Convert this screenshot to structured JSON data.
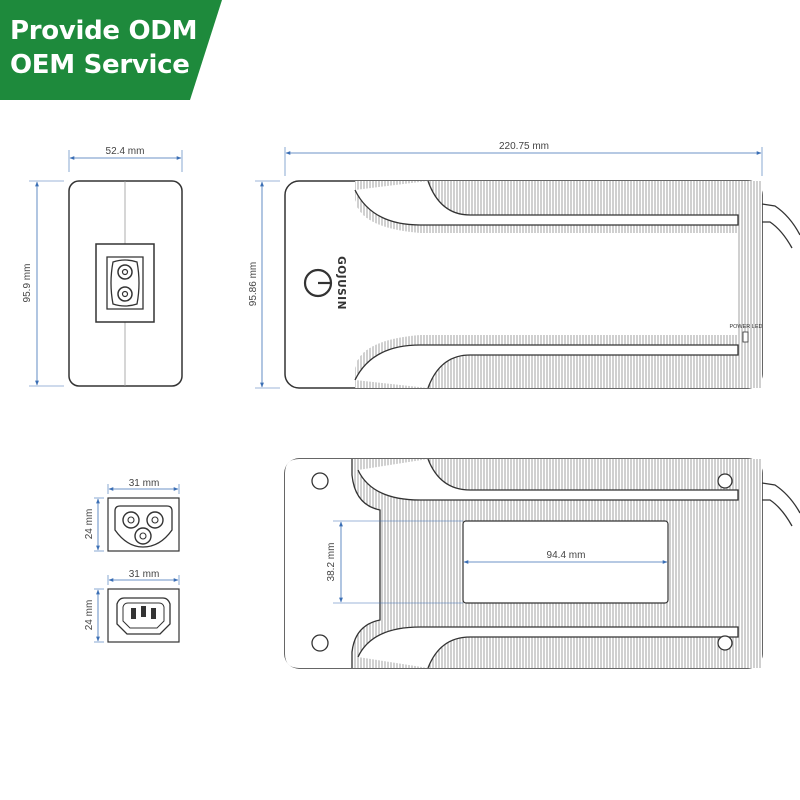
{
  "banner": {
    "line1": "Provide ODM",
    "line2": "OEM Service",
    "color": "#1e8a3c"
  },
  "brand": {
    "name": "GOJUSIN",
    "logo_icon": "g-logo-icon"
  },
  "led_label": "POWER  LED",
  "dimensions": {
    "end_width": "52.4 mm",
    "end_height": "95.9 mm",
    "top_length": "220.75 mm",
    "top_height": "95.86 mm",
    "c5_width": "31 mm",
    "c5_height": "24 mm",
    "c14_width": "31 mm",
    "c14_height": "24 mm",
    "label_width": "94.4 mm",
    "label_height": "38.2 mm"
  },
  "colors": {
    "dim_line": "#3b6fb5",
    "outline": "#333333"
  }
}
